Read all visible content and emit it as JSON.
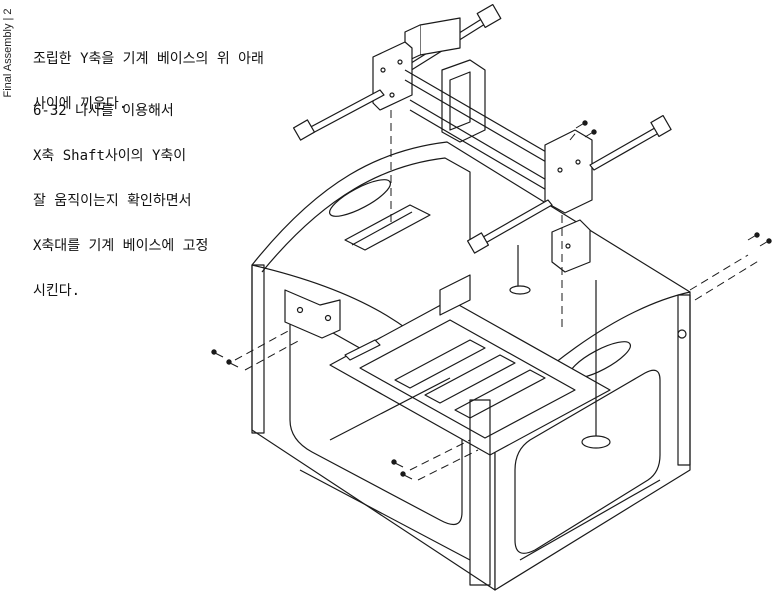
{
  "sidebar": {
    "section_label": "Final Assembly | 2"
  },
  "instructions": {
    "step1": [
      "조립한 Y축을 기계 베이스의 위 아래",
      "사이에 끼운다."
    ],
    "step2": [
      "6-32 나사를 이용해서",
      "X축 Shaft사이의 Y축이",
      "잘 움직이는지 확인하면서",
      "X축대를 기계 베이스에 고정",
      "시킨다."
    ]
  },
  "diagram": {
    "subject": "exploded isometric assembly of printer frame with Y-axis carriage",
    "line_color": "#1a1a1a",
    "fill_color": "#ffffff"
  }
}
